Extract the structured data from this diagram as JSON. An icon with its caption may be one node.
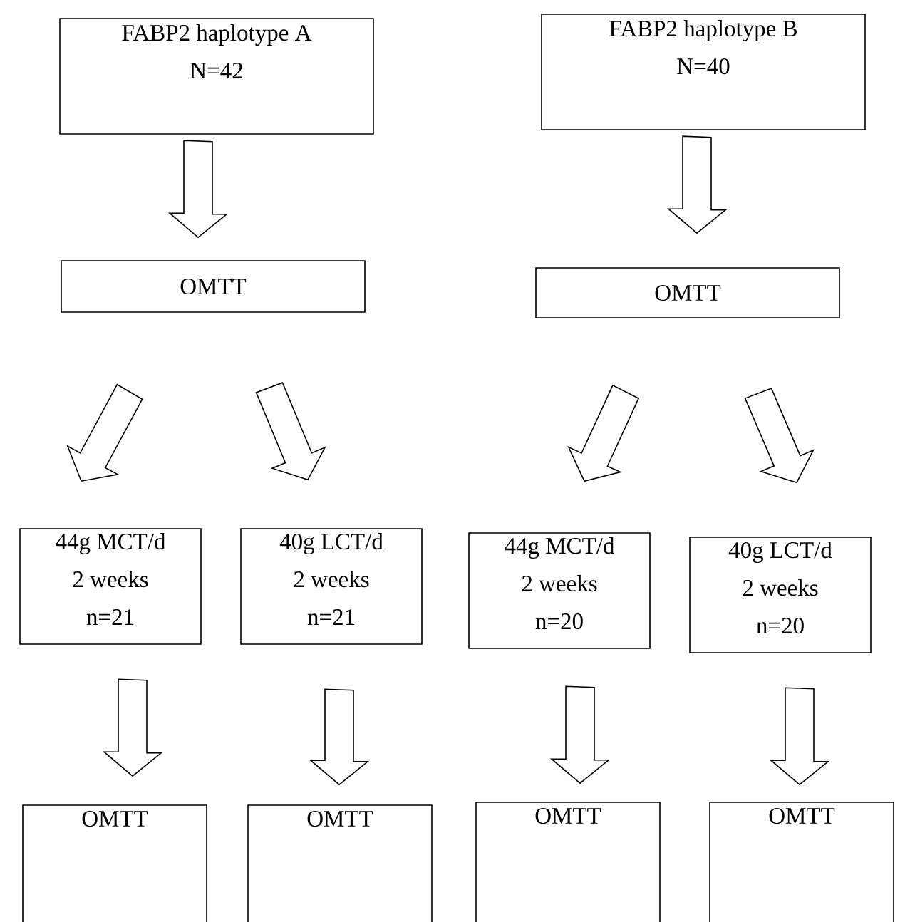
{
  "diagram": {
    "nodes": [
      {
        "text": [
          "FABP2 haplotype A",
          "N=42"
        ]
      },
      {
        "text": [
          "FABP2 haplotype B",
          "N=40"
        ]
      },
      {
        "text": [
          "OMTT"
        ]
      },
      {
        "text": [
          "OMTT"
        ]
      },
      {
        "text": [
          "44g MCT/d",
          "2 weeks",
          "n=21"
        ]
      },
      {
        "text": [
          "40g LCT/d",
          "2 weeks",
          "n=21"
        ]
      },
      {
        "text": [
          "44g MCT/d",
          "2 weeks",
          "n=20"
        ]
      },
      {
        "text": [
          "40g LCT/d",
          "2 weeks",
          "n=20"
        ]
      },
      {
        "text": [
          "OMTT"
        ]
      },
      {
        "text": [
          "OMTT"
        ]
      },
      {
        "text": [
          "OMTT"
        ]
      },
      {
        "text": [
          "OMTT"
        ]
      }
    ],
    "edges": [
      {
        "from": 0,
        "to": 2,
        "arrow": "to"
      },
      {
        "from": 1,
        "to": 3,
        "arrow": "to"
      },
      {
        "from": 2,
        "to": 4,
        "arrow": "to"
      },
      {
        "from": 2,
        "to": 5,
        "arrow": "to"
      },
      {
        "from": 3,
        "to": 6,
        "arrow": "to"
      },
      {
        "from": 3,
        "to": 7,
        "arrow": "to"
      },
      {
        "from": 4,
        "to": 8,
        "arrow": "to"
      },
      {
        "from": 5,
        "to": 9,
        "arrow": "to"
      },
      {
        "from": 6,
        "to": 10,
        "arrow": "to"
      },
      {
        "from": 7,
        "to": 11,
        "arrow": "to"
      }
    ]
  }
}
